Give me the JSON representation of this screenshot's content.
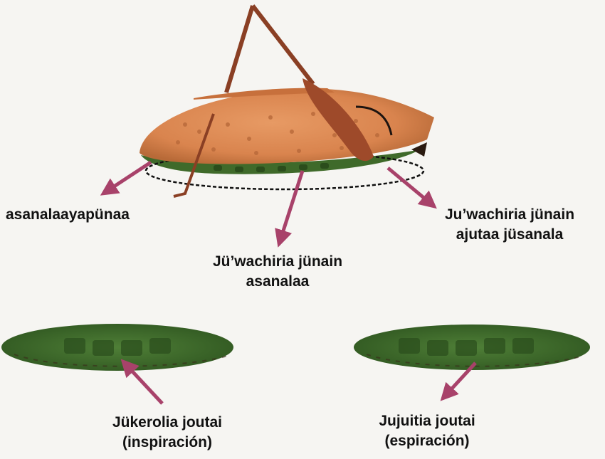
{
  "labels": {
    "body_part": "asanalaayapünaa",
    "middle_line1": "Jü’wachiria jünain",
    "middle_line2": "asanalaa",
    "right_line1": "Ju’wachiria jünain",
    "right_line2": "ajutaa jüsanala",
    "inspiration_line1": "Jükerolia joutai",
    "inspiration_line2": "(inspiración)",
    "expiration_line1": "Jujuitia joutai",
    "expiration_line2": "(espiración)"
  },
  "colors": {
    "body_orange": "#d9844e",
    "body_dark": "#a85a2e",
    "leg_brown": "#8a3f24",
    "underside_green": "#3f6a2a",
    "disc_green": "#3c6b2b",
    "arrow_pink": "#a8426a",
    "text": "#111111"
  }
}
